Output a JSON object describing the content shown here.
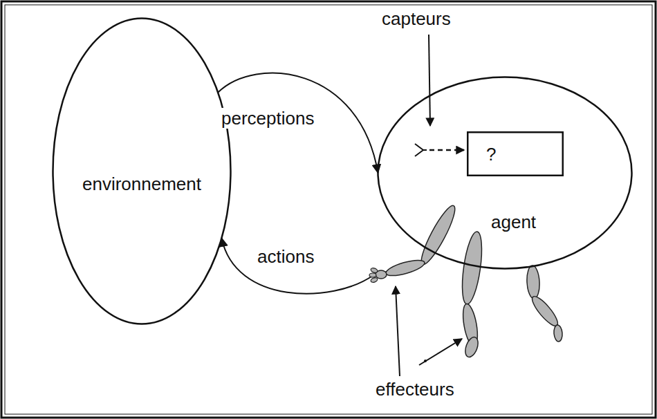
{
  "diagram": {
    "nodes": [
      {
        "text": [
          "environnement"
        ]
      },
      {
        "text": [
          "agent"
        ]
      },
      {
        "text": [
          "?"
        ],
        "in": 1
      }
    ],
    "edges": [
      {
        "from": 0,
        "to": 1,
        "label": "perceptions",
        "arrow": "to"
      },
      {
        "from": 1,
        "to": 0,
        "label": "actions",
        "arrow": "to"
      }
    ],
    "labels": [
      "capteurs",
      "effecteurs"
    ]
  }
}
